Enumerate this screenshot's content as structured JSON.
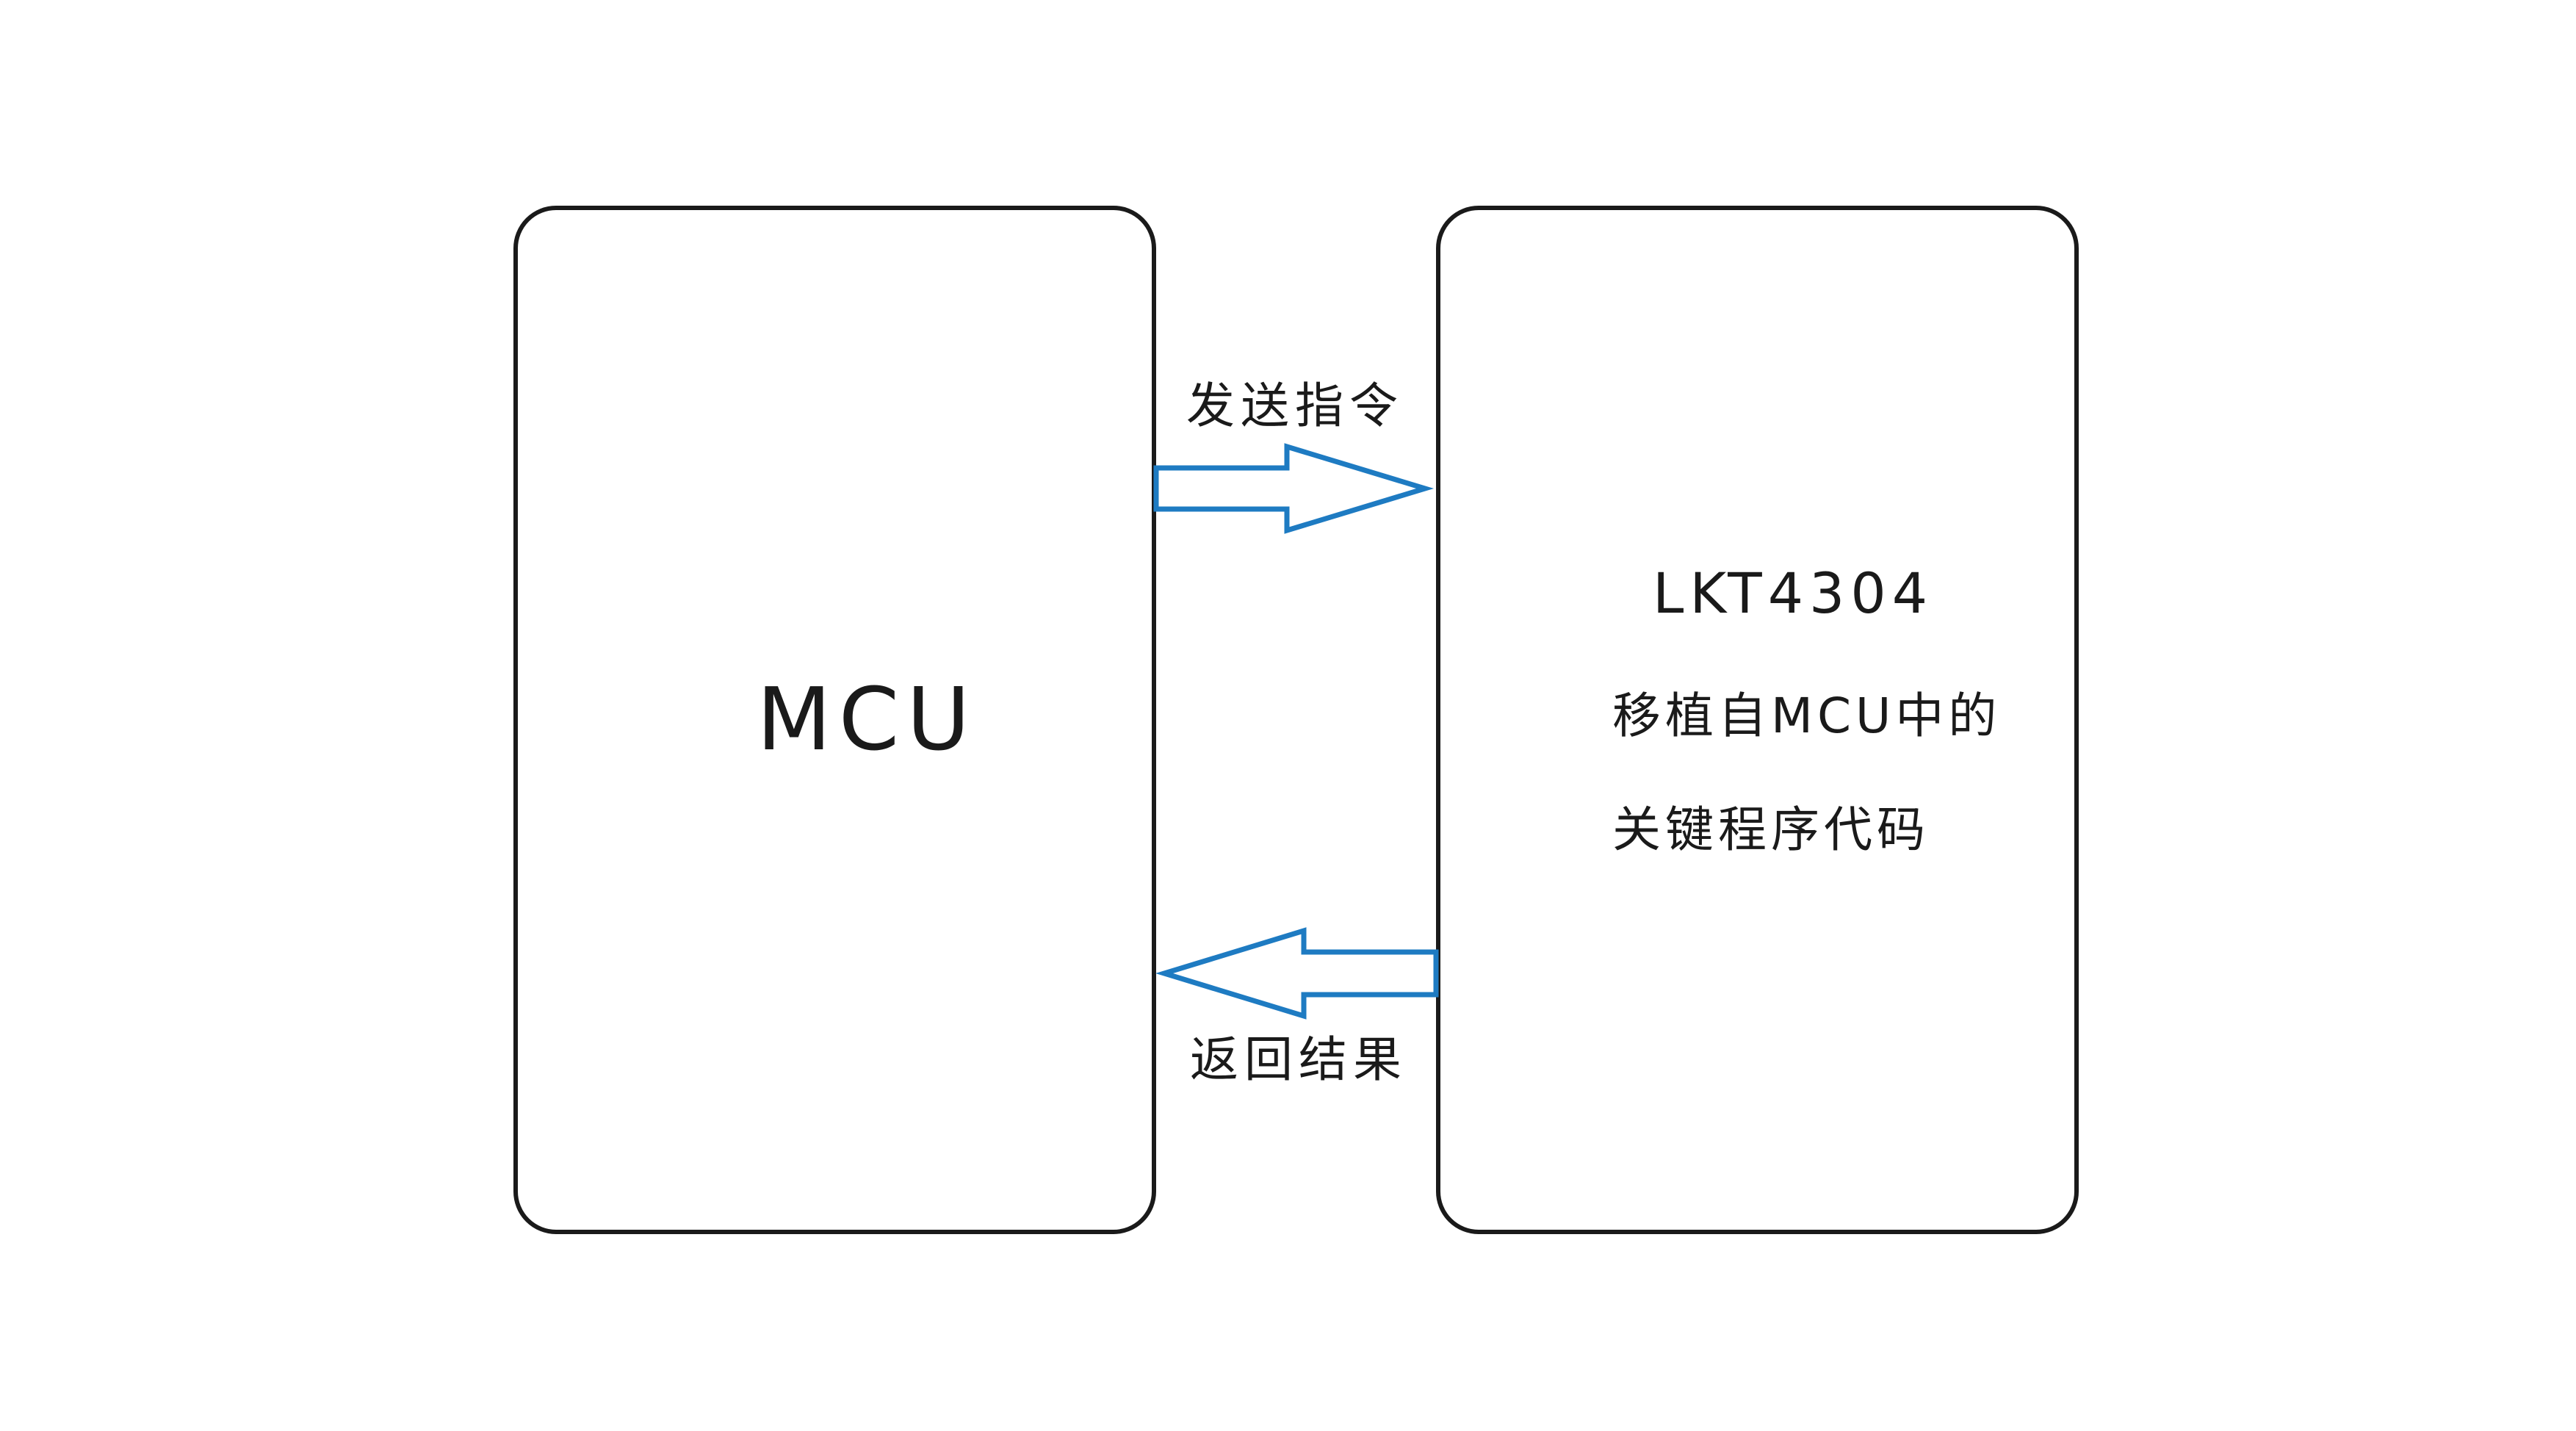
{
  "diagram": {
    "mcu": {
      "label": "MCU"
    },
    "lkt": {
      "title": "LKT4304",
      "line1": "移植自MCU中的",
      "line2": "关键程序代码"
    },
    "arrows": {
      "send_label": "发送指令",
      "return_label": "返回结果",
      "color": "#1e7bc2"
    },
    "border_color": "#1a1a1a"
  }
}
